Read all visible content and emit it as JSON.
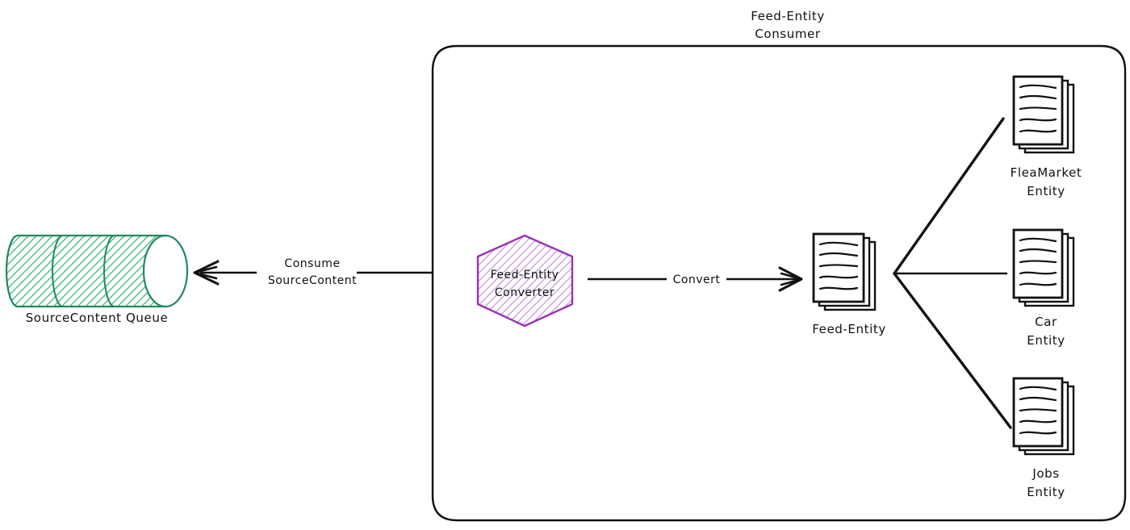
{
  "diagram": {
    "title": "Feed-Entity Consumer",
    "title_lines": [
      "Feed-Entity",
      "Consumer"
    ],
    "style": "hand-drawn",
    "background_color": "#ffffff",
    "stroke_color": "#111111"
  },
  "queue": {
    "label": "SourceContent Queue",
    "shape": "cylinder",
    "stroke_color": "#1f8a5f",
    "hatch_color": "#3cb878"
  },
  "converter": {
    "label": "Feed-Entity Converter",
    "label_lines": [
      "Feed-Entity",
      "Converter"
    ],
    "shape": "hexagon",
    "stroke_color": "#9b30b8",
    "hatch_color": "#c9a0dc"
  },
  "feed_entity": {
    "label": "Feed-Entity",
    "shape": "document-stack"
  },
  "edges": [
    {
      "id": "consume",
      "label": "Consume SourceContent",
      "label_lines": [
        "Consume",
        "SourceContent"
      ],
      "direction": "left",
      "from": "container",
      "to": "queue"
    },
    {
      "id": "convert",
      "label": "Convert",
      "label_lines": [
        "Convert"
      ],
      "direction": "right",
      "from": "converter",
      "to": "feed_entity"
    }
  ],
  "entities": [
    {
      "id": "fleamarket",
      "label": "FleaMarket Entity",
      "label_lines": [
        "FleaMarket",
        "Entity"
      ]
    },
    {
      "id": "car",
      "label": "Car Entity",
      "label_lines": [
        "Car",
        "Entity"
      ]
    },
    {
      "id": "jobs",
      "label": "Jobs Entity",
      "label_lines": [
        "Jobs",
        "Entity"
      ]
    }
  ]
}
